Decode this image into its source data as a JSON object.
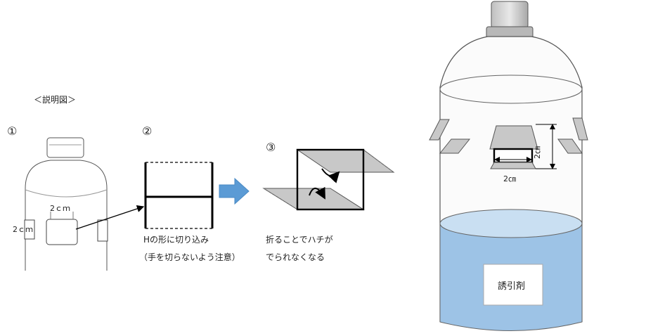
{
  "caption": "＜説明図＞",
  "steps": [
    {
      "number": "①"
    },
    {
      "number": "②",
      "note_line1": "Hの形に切り込み",
      "note_line2": "（手を切らないよう注意）"
    },
    {
      "number": "③",
      "note_line1": "折ることでハチが",
      "note_line2": "でられなくなる"
    }
  ],
  "step1_labels": {
    "width": "2ｃｍ",
    "height": "2ｃｍ"
  },
  "trap_labels": {
    "width": "2㎝",
    "height": "2㎝",
    "bait": "誘引剤"
  },
  "colors": {
    "arrow_blue": "#5b9bd5",
    "liquid_blue": "#9dc3e6",
    "liquid_top": "#c9dff2",
    "flap_gray": "#c8c8c8",
    "outline": "#444444"
  }
}
